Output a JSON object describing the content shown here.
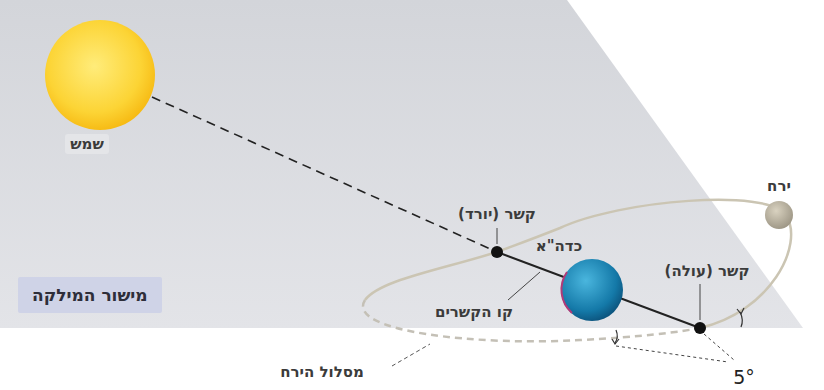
{
  "diagram": {
    "nodes": [
      {
        "text": [
          "שמש"
        ]
      },
      {
        "text": [
          "כדה\"א"
        ]
      },
      {
        "text": [
          "ירח"
        ]
      },
      {
        "text": [
          "מישור המילקה"
        ]
      }
    ],
    "labels": [
      "קשר (יורד)",
      "קשר (עולה)",
      "קו הקשרים",
      "מסלול הירח",
      "5°"
    ]
  }
}
